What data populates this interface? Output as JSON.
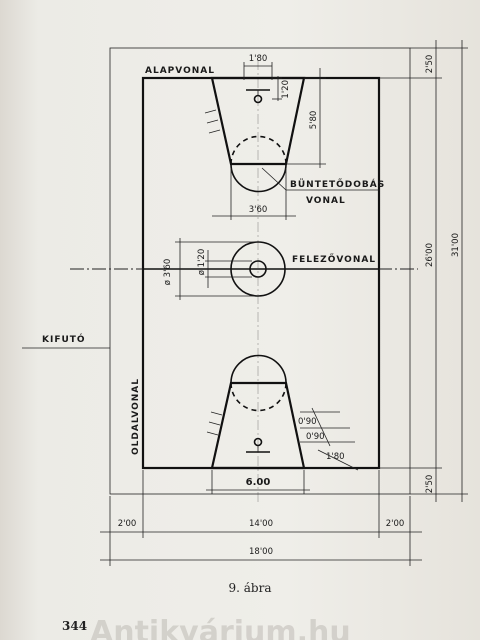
{
  "labels": {
    "alapvonal": "ALAPVONAL",
    "buntetodobas": "BÜNTETŐDOBÁS",
    "vonal": "VONAL",
    "felezovonal": "FELEZŐVONAL",
    "kifuto": "KIFUTÓ",
    "oldalvonal": "OLDALVONAL"
  },
  "dimensions": {
    "d180_top": "1'80",
    "d120_top": "1'20",
    "d580": "5'80",
    "d360_key": "3'60",
    "d360_circle": "ø 3'60",
    "d120_circle": "ø 1'20",
    "d250_top": "2'50",
    "d2600": "26'00",
    "d3100": "31'00",
    "d250_bottom": "2'50",
    "d090_a": "0'90",
    "d090_b": "0'90",
    "d180_bottom": "1'80",
    "d600": "6.00",
    "d200_left": "2'00",
    "d1400": "14'00",
    "d200_right": "2'00",
    "d1800": "18'00"
  },
  "caption": "9. ábra",
  "page_number": "344",
  "watermark": "Antikvárium.hu"
}
